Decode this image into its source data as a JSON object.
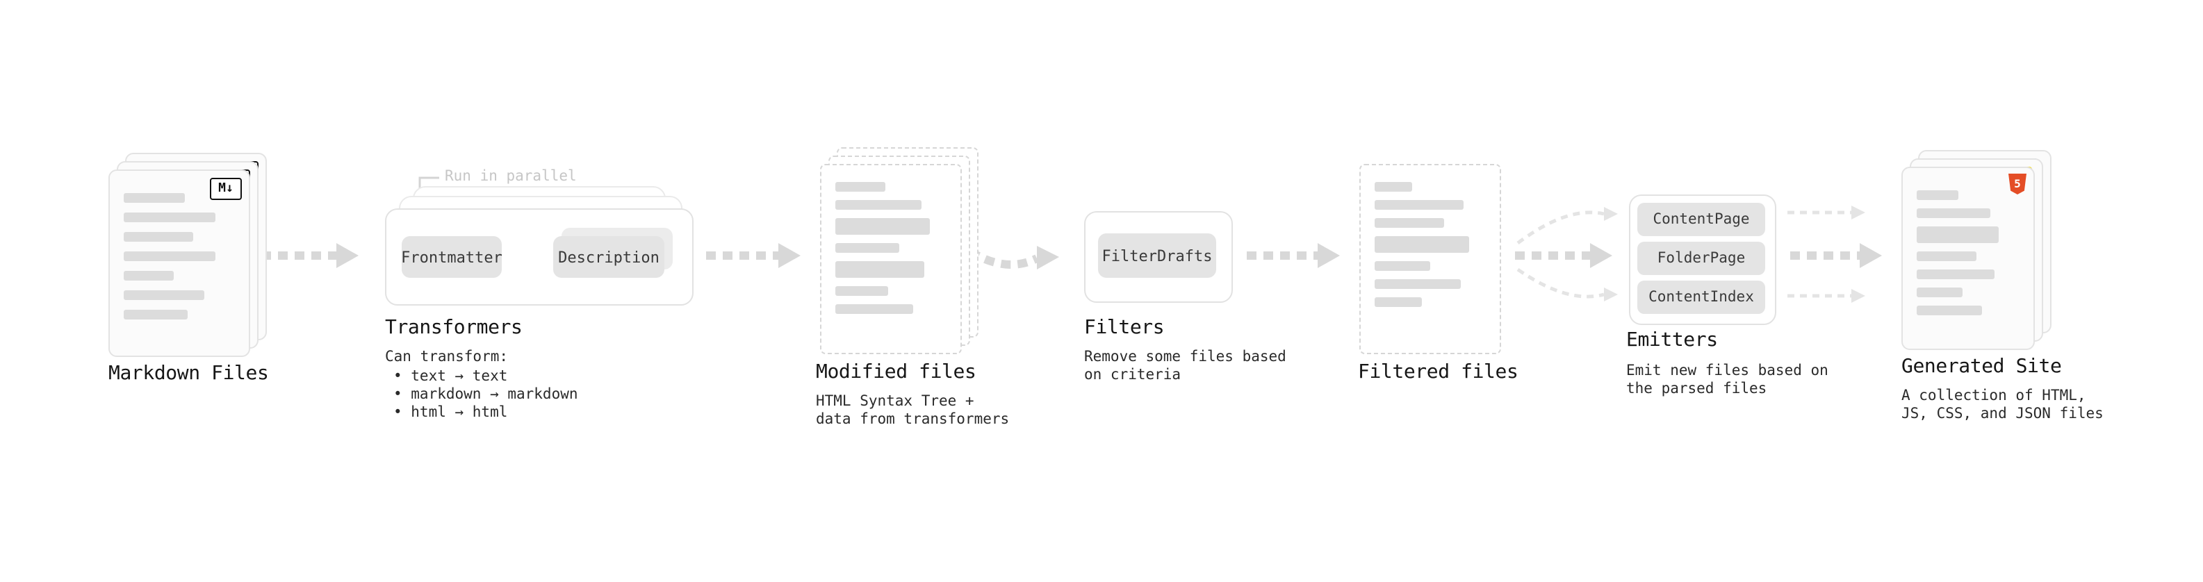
{
  "stages": {
    "markdown_files": {
      "label": "Markdown Files"
    },
    "transformers": {
      "label": "Transformers",
      "annotation": "Run in parallel",
      "buttons": [
        "Frontmatter",
        "Description"
      ],
      "description_title": "Can transform:",
      "bullets": [
        "• text → text",
        "• markdown → markdown",
        "• html → html"
      ]
    },
    "modified_files": {
      "label": "Modified files",
      "description_lines": [
        "HTML Syntax Tree +",
        "data from transformers"
      ]
    },
    "filters": {
      "label": "Filters",
      "button": "FilterDrafts",
      "description_lines": [
        "Remove some files based",
        "on criteria"
      ]
    },
    "filtered_files": {
      "label": "Filtered files"
    },
    "emitters": {
      "label": "Emitters",
      "buttons": [
        "ContentPage",
        "FolderPage",
        "ContentIndex"
      ],
      "description_lines": [
        "Emit new files based on",
        "the parsed files"
      ]
    },
    "generated_site": {
      "label": "Generated Site",
      "description_lines": [
        "A collection of HTML,",
        "JS, CSS, and JSON files"
      ]
    }
  },
  "icons": {
    "markdown": "M↓",
    "html5": "5"
  },
  "colors": {
    "html5_orange": "#e44d26",
    "js_yellow": "#f0d91e",
    "css_blue": "#3b82f6",
    "arrow_gray": "#d8d8d8"
  }
}
